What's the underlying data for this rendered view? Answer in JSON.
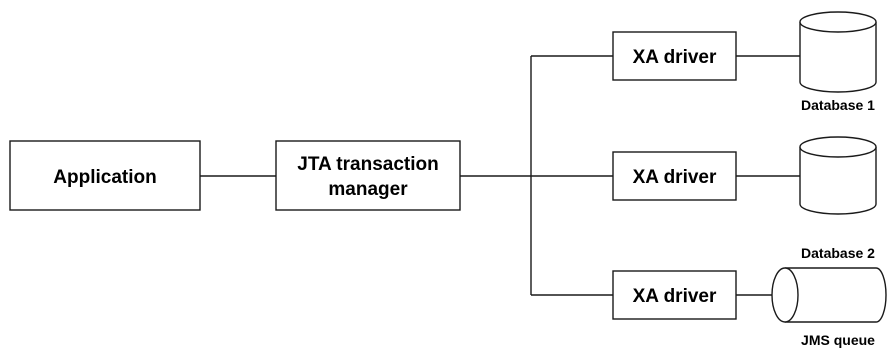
{
  "nodes": {
    "application": {
      "label": "Application"
    },
    "transaction_manager": {
      "line1": "JTA transaction",
      "line2": "manager"
    },
    "drivers": [
      {
        "label": "XA driver"
      },
      {
        "label": "XA driver"
      },
      {
        "label": "XA driver"
      }
    ],
    "resources": [
      {
        "label": "Database 1",
        "shape": "database-cylinder"
      },
      {
        "label": "Database 2",
        "shape": "database-cylinder"
      },
      {
        "label": "JMS queue",
        "shape": "queue-cylinder"
      }
    ]
  },
  "colors": {
    "stroke": "#1a1a1a",
    "fill": "#ffffff",
    "text": "#000000"
  }
}
